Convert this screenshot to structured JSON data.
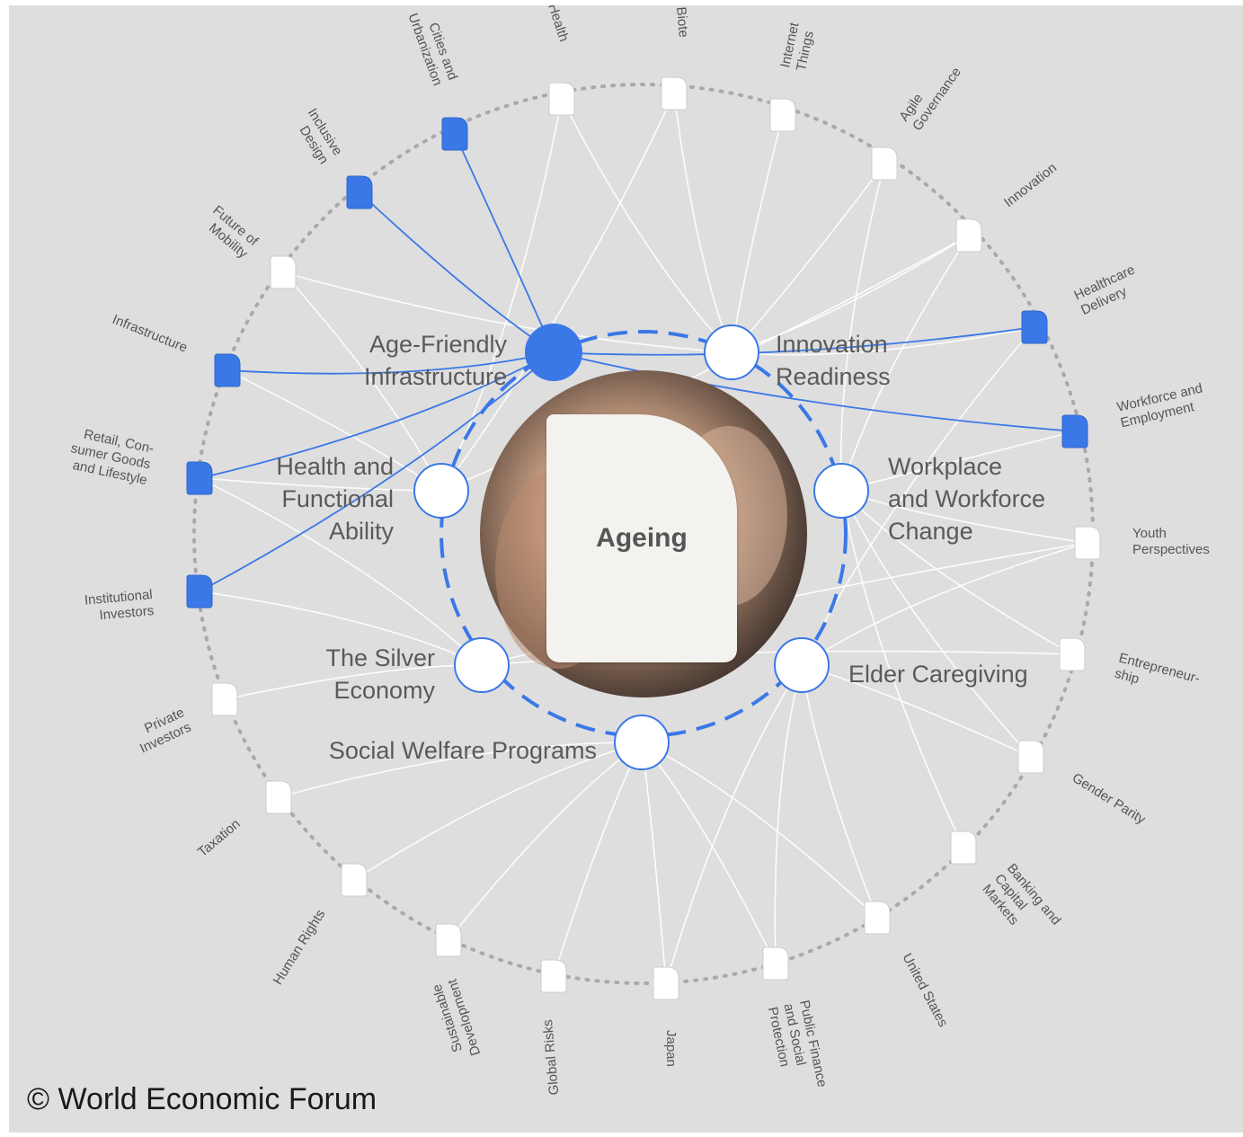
{
  "center_topic": "Ageing",
  "copyright": "© World Economic Forum",
  "colors": {
    "accent": "#3b78e7",
    "background": "#dedede",
    "link": "#ffffff",
    "ring": "#a9a9a9",
    "label": "#555555"
  },
  "inner_topics": [
    {
      "id": "age-friendly-infrastructure",
      "lines": [
        "Age-Friendly",
        "Infrastructure"
      ],
      "selected": true
    },
    {
      "id": "innovation-readiness",
      "lines": [
        "Innovation",
        "Readiness"
      ],
      "selected": false
    },
    {
      "id": "workplace-and-workforce-change",
      "lines": [
        "Workplace",
        "and Workforce",
        "Change"
      ],
      "selected": false
    },
    {
      "id": "elder-caregiving",
      "lines": [
        "Elder Caregiving"
      ],
      "selected": false
    },
    {
      "id": "social-welfare-programs",
      "lines": [
        "Social Welfare Programs"
      ],
      "selected": false
    },
    {
      "id": "the-silver-economy",
      "lines": [
        "The Silver",
        "Economy"
      ],
      "selected": false
    },
    {
      "id": "health-and-functional-ability",
      "lines": [
        "Health and",
        "Functional",
        "Ability"
      ],
      "selected": false
    }
  ],
  "outer_topics": [
    {
      "id": "health",
      "lines": [
        "Health"
      ],
      "highlighted": false
    },
    {
      "id": "biotechnology",
      "lines": [
        "Biote"
      ],
      "highlighted": false
    },
    {
      "id": "internet-of-things",
      "lines": [
        "Internet",
        "Things"
      ],
      "highlighted": false
    },
    {
      "id": "agile-governance",
      "lines": [
        "Agile",
        "Governance"
      ],
      "highlighted": false
    },
    {
      "id": "innovation",
      "lines": [
        "Innovation"
      ],
      "highlighted": false
    },
    {
      "id": "healthcare-delivery",
      "lines": [
        "Healthcare",
        "Delivery"
      ],
      "highlighted": true
    },
    {
      "id": "workforce-and-employment",
      "lines": [
        "Workforce and",
        "Employment"
      ],
      "highlighted": true
    },
    {
      "id": "youth-perspectives",
      "lines": [
        "Youth",
        "Perspectives"
      ],
      "highlighted": false
    },
    {
      "id": "entrepreneurship",
      "lines": [
        "Entrepreneur-",
        "ship"
      ],
      "highlighted": false
    },
    {
      "id": "gender-parity",
      "lines": [
        "Gender Parity"
      ],
      "highlighted": false
    },
    {
      "id": "banking-and-capital-markets",
      "lines": [
        "Banking and",
        "Capital",
        "Markets"
      ],
      "highlighted": false
    },
    {
      "id": "united-states",
      "lines": [
        "United States"
      ],
      "highlighted": false
    },
    {
      "id": "public-finance-and-social-protection",
      "lines": [
        "Public Finance",
        "and Social",
        "Protection"
      ],
      "highlighted": false
    },
    {
      "id": "japan",
      "lines": [
        "Japan"
      ],
      "highlighted": false
    },
    {
      "id": "global-risks",
      "lines": [
        "Global Risks"
      ],
      "highlighted": false
    },
    {
      "id": "sustainable-development",
      "lines": [
        "Sustainable",
        "Development"
      ],
      "highlighted": false
    },
    {
      "id": "human-rights",
      "lines": [
        "Human Rights"
      ],
      "highlighted": false
    },
    {
      "id": "taxation",
      "lines": [
        "Taxation"
      ],
      "highlighted": false
    },
    {
      "id": "private-investors",
      "lines": [
        "Private",
        "Investors"
      ],
      "highlighted": false
    },
    {
      "id": "institutional-investors",
      "lines": [
        "Institutional",
        "Investors"
      ],
      "highlighted": true
    },
    {
      "id": "retail-consumer-goods-and-lifestyle",
      "lines": [
        "Retail, Con-",
        "sumer Goods",
        "and Lifestyle"
      ],
      "highlighted": true
    },
    {
      "id": "infrastructure",
      "lines": [
        "Infrastructure"
      ],
      "highlighted": true
    },
    {
      "id": "future-of-mobility",
      "lines": [
        "Future of",
        "Mobility"
      ],
      "highlighted": false
    },
    {
      "id": "inclusive-design",
      "lines": [
        "Inclusive",
        "Design"
      ],
      "highlighted": true
    },
    {
      "id": "cities-and-urbanization",
      "lines": [
        "Cities and",
        "Urbanization"
      ],
      "highlighted": true
    }
  ]
}
